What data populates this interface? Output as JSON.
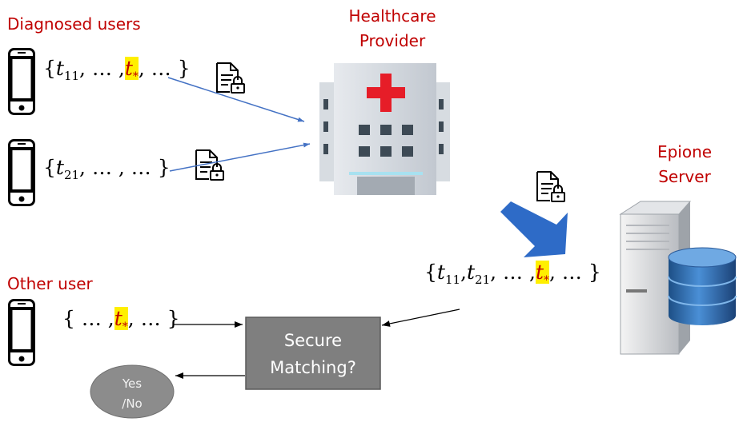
{
  "labels": {
    "diagnosed_users": "Diagnosed users",
    "healthcare_provider_line1": "Healthcare",
    "healthcare_provider_line2": "Provider",
    "epione_server_line1": "Epione",
    "epione_server_line2": "Server",
    "other_user": "Other user",
    "secure_matching_line1": "Secure",
    "secure_matching_line2": "Matching?",
    "yes_no_line1": "Yes",
    "yes_no_line2": "/No"
  },
  "sets": {
    "user1": {
      "open": "{",
      "first_var": "t",
      "first_sub": "11",
      "mid": ", … ,",
      "star_var": "t",
      "star_sub": "*",
      "tail": ", … }"
    },
    "user2": {
      "open": "{",
      "first_var": "t",
      "first_sub": "21",
      "tail": ", … , … }"
    },
    "server": {
      "open": "{",
      "a_var": "t",
      "a_sub": "11",
      "sep1": ",",
      "b_var": "t",
      "b_sub": "21",
      "mid": ", … ,",
      "star_var": "t",
      "star_sub": "*",
      "tail": ", … }"
    },
    "other": {
      "open": "{ … ,",
      "star_var": "t",
      "star_sub": "*",
      "tail": ", … }"
    }
  },
  "colors": {
    "label_red": "#c00000",
    "highlight_yellow": "#ffef00",
    "upload_arrow_blue": "#4472c4",
    "big_arrow_blue": "#2e6bc7",
    "matching_box": "#7f7f7f",
    "oval": "#8c8c8c"
  },
  "icons": [
    "smartphone-icon",
    "locked-document-icon",
    "hospital-icon",
    "server-database-icon"
  ]
}
